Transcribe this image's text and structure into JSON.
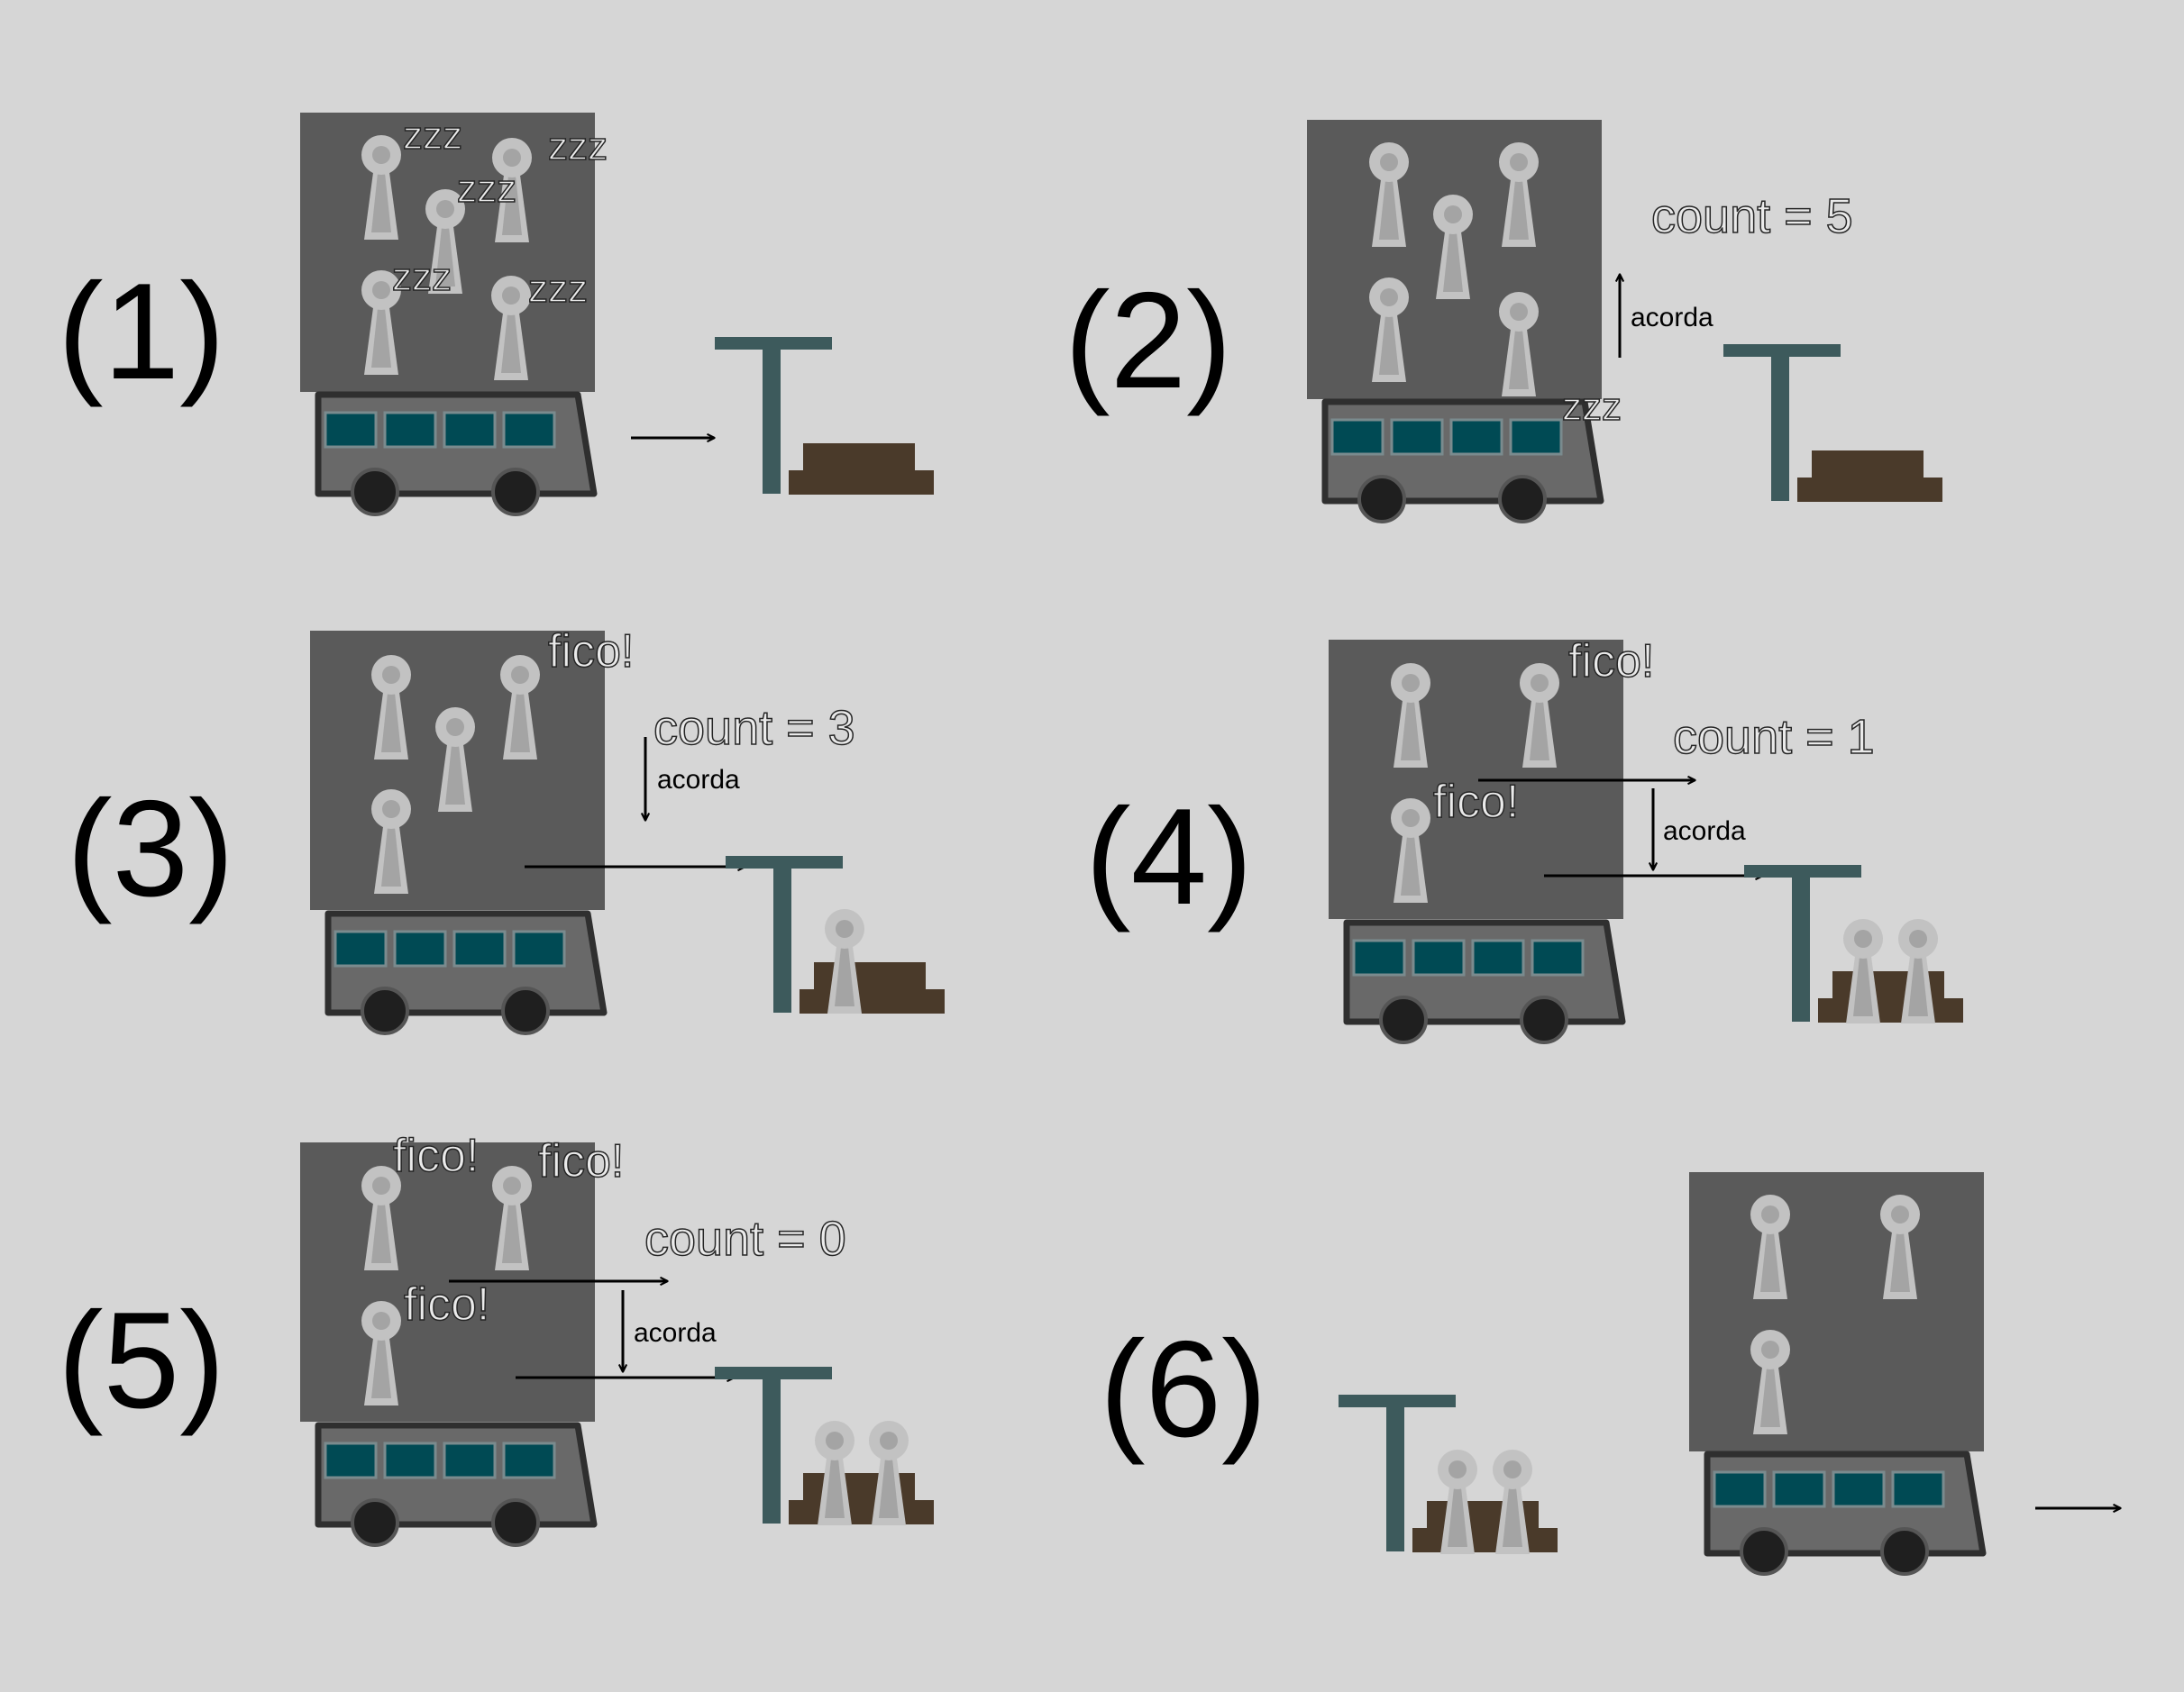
{
  "colors": {
    "background": "#d6d6d6",
    "roof": "#5a5a5a",
    "bus_body": "#696969",
    "bus_outline": "#2f2f2f",
    "window": "#004a54",
    "wheel": "#1f1f1f",
    "person_light": "#c2c2c2",
    "person_dark": "#a4a4a4",
    "stop_pole": "#3d5a5c",
    "bench": "#4a3a2a"
  },
  "icons": [
    "bus-icon",
    "passenger-icon",
    "bus-stop-sign-icon",
    "bench-icon",
    "arrow-icon"
  ],
  "panels": [
    {
      "label": "(1)",
      "sleep_texts": [
        "zzz",
        "zzz",
        "zzz",
        "zzz",
        "zzz"
      ]
    },
    {
      "label": "(2)",
      "count_text": "count = 5",
      "wake_text": "acorda",
      "sleep_texts": [
        "zzz"
      ]
    },
    {
      "label": "(3)",
      "count_text": "count = 3",
      "wake_text": "acorda",
      "stay_texts": [
        "fico!"
      ]
    },
    {
      "label": "(4)",
      "count_text": "count = 1",
      "wake_text": "acorda",
      "stay_texts": [
        "fico!",
        "fico!"
      ]
    },
    {
      "label": "(5)",
      "count_text": "count = 0",
      "wake_text": "acorda",
      "stay_texts": [
        "fico!",
        "fico!",
        "fico!"
      ]
    },
    {
      "label": "(6)"
    }
  ]
}
